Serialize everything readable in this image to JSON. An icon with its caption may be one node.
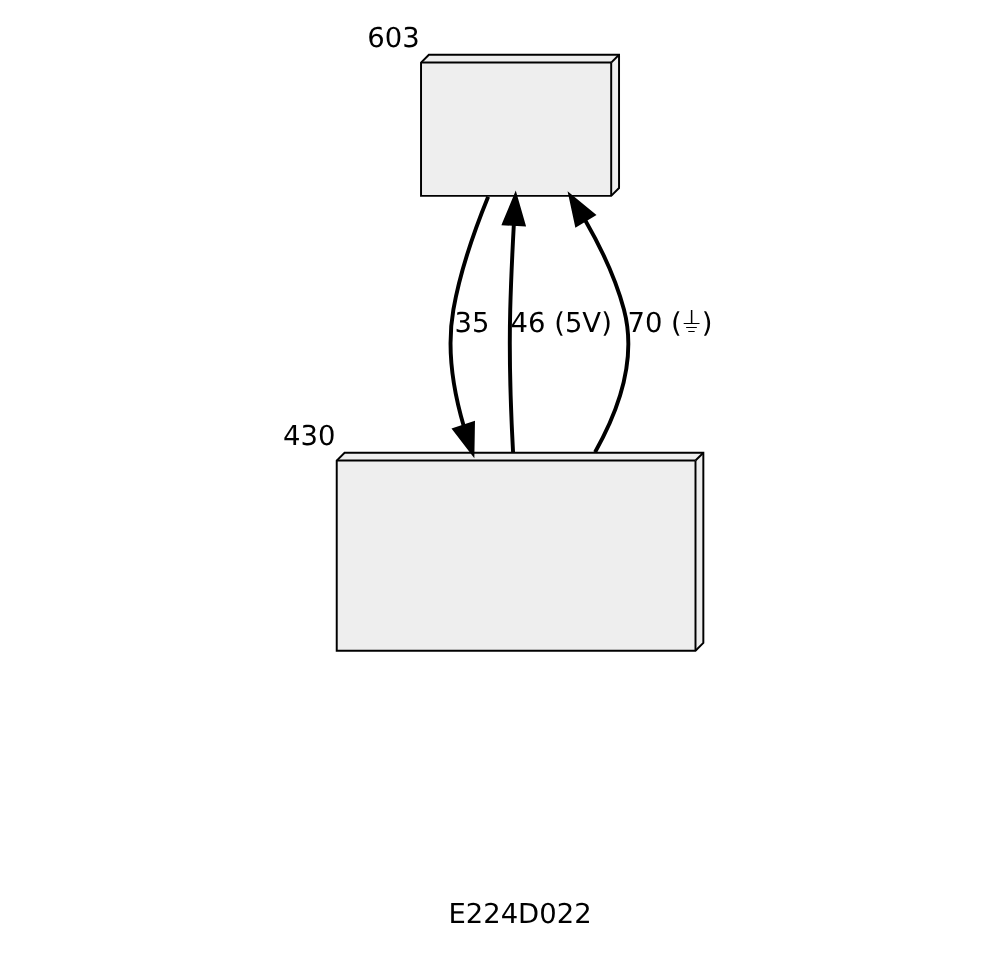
{
  "diagram": {
    "nodes": [
      {
        "text": [],
        "shape": "picture",
        "beside": [
          "603"
        ]
      },
      {
        "text": [],
        "shape": "picture",
        "beside": [
          "430"
        ]
      }
    ],
    "edges": [
      {
        "from": 1,
        "to": 0,
        "arrow": "to",
        "label": "46 (5V)"
      },
      {
        "from": 1,
        "to": 0,
        "arrow": "to",
        "label": "70 (⏚)"
      },
      {
        "from": 0,
        "to": 1,
        "arrow": "to",
        "label": "35"
      }
    ],
    "labels": [
      "E224D022"
    ]
  }
}
